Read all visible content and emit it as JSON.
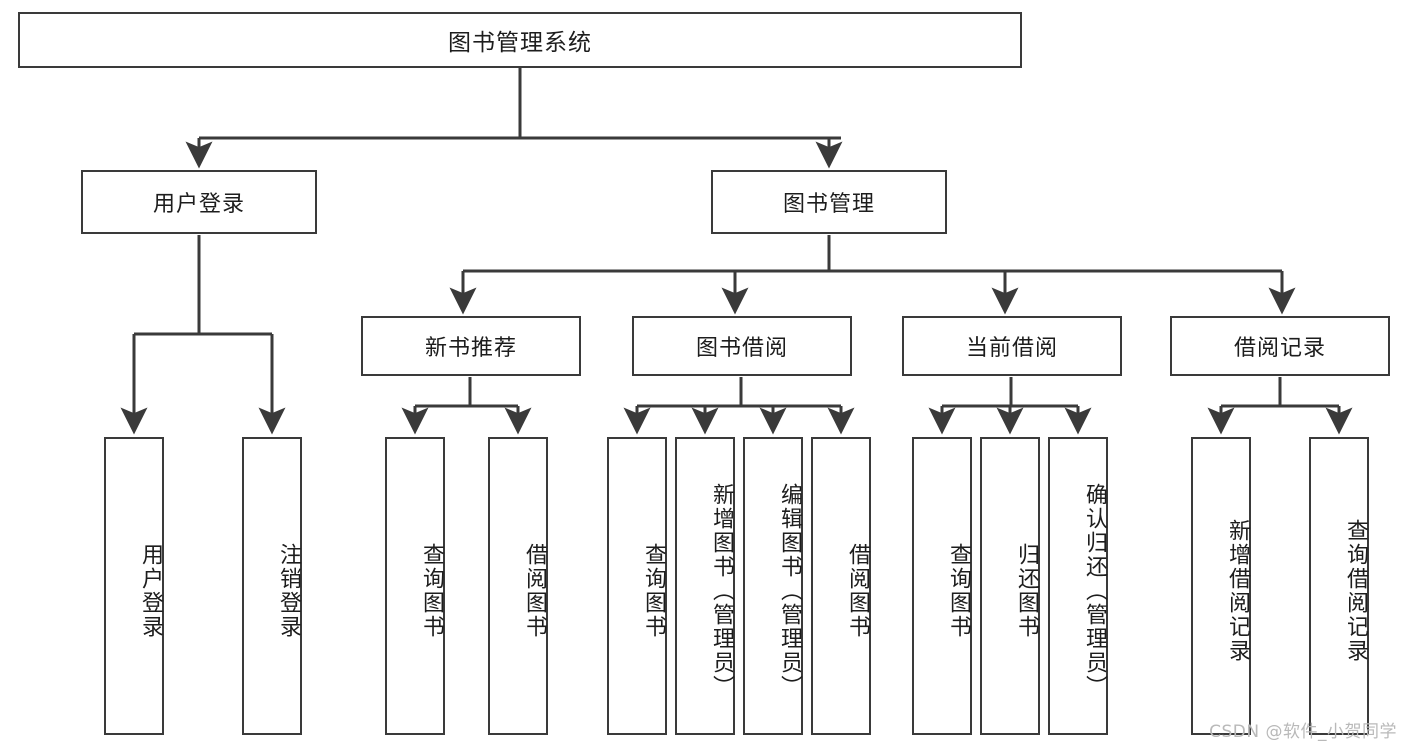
{
  "diagram": {
    "title": "图书管理系统",
    "type": "tree-hierarchy-chart",
    "colors": {
      "stroke": "#3a3a3a",
      "fill": "#ffffff",
      "text": "#1d1d1d",
      "watermark": "#b9b9b9"
    },
    "root": {
      "label": "图书管理系统"
    },
    "level2": [
      {
        "label": "用户登录"
      },
      {
        "label": "图书管理"
      }
    ],
    "level3": [
      {
        "label": "新书推荐"
      },
      {
        "label": "图书借阅"
      },
      {
        "label": "当前借阅"
      },
      {
        "label": "借阅记录"
      }
    ],
    "leaves": {
      "user_login": [
        {
          "label": "用户登录"
        },
        {
          "label": "注销登录"
        }
      ],
      "new_book_recommend": [
        {
          "label": "查询图书"
        },
        {
          "label": "借阅图书"
        }
      ],
      "book_borrow": [
        {
          "label": "查询图书"
        },
        {
          "label": "新增图书（管理员）"
        },
        {
          "label": "编辑图书（管理员）"
        },
        {
          "label": "借阅图书"
        }
      ],
      "current_borrow": [
        {
          "label": "查询图书"
        },
        {
          "label": "归还图书"
        },
        {
          "label": "确认归还（管理员）"
        }
      ],
      "borrow_record": [
        {
          "label": "新增借阅记录"
        },
        {
          "label": "查询借阅记录"
        }
      ]
    }
  },
  "watermark": {
    "text": "CSDN @软件_小贺同学"
  }
}
